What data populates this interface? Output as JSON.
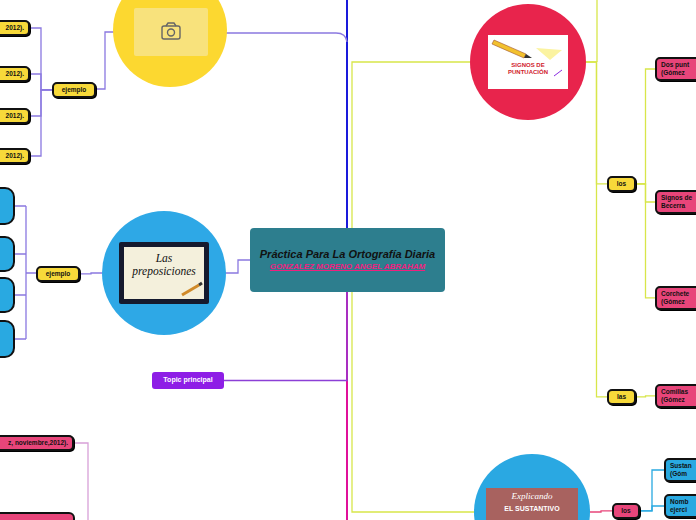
{
  "diagram": {
    "nodes": [
      {
        "text": [
          "Práctica Para La Ortografía Diaria",
          "GONZALEZ MORENO ANGEL ABRAHAM"
        ]
      },
      {
        "text": [
          "ejemplo"
        ]
      },
      {
        "text": [
          "2012)."
        ]
      },
      {
        "text": [
          "2012)."
        ]
      },
      {
        "text": [
          "2012)."
        ]
      },
      {
        "text": [
          "2012)."
        ]
      },
      {
        "text": [
          "Las preposiciones"
        ]
      },
      {
        "text": [
          "ejemplo"
        ]
      },
      {
        "text": [
          "Topic principal"
        ]
      },
      {
        "text": [
          "z, noviembre,2012)."
        ]
      },
      {
        "text": [
          "SIGNOS DE PUNTUACIÓN"
        ]
      },
      {
        "text": [
          "los"
        ]
      },
      {
        "text": [
          "Dos punt (Gómez"
        ]
      },
      {
        "text": [
          "Signos de Becerra"
        ]
      },
      {
        "text": [
          "Corchete (Gómez"
        ]
      },
      {
        "text": [
          "las"
        ]
      },
      {
        "text": [
          "Comillas (Gómez"
        ]
      },
      {
        "text": [
          "Explicando",
          "EL SUSTANTIVO"
        ]
      },
      {
        "text": [
          "los"
        ]
      },
      {
        "text": [
          "Sustan (Góm"
        ]
      },
      {
        "text": [
          "Nomb ejerci"
        ]
      }
    ],
    "edges": [
      {
        "from": 1,
        "to": 2,
        "arrow": "none"
      },
      {
        "from": 1,
        "to": 3,
        "arrow": "none"
      },
      {
        "from": 1,
        "to": 4,
        "arrow": "none"
      },
      {
        "from": 1,
        "to": 5,
        "arrow": "none"
      },
      {
        "from": 0,
        "to": 6,
        "arrow": "none"
      },
      {
        "from": 6,
        "to": 7,
        "arrow": "none"
      },
      {
        "from": 0,
        "to": 8,
        "arrow": "none"
      },
      {
        "from": 0,
        "to": 10,
        "arrow": "none"
      },
      {
        "from": 11,
        "to": 12,
        "arrow": "none"
      },
      {
        "from": 11,
        "to": 13,
        "arrow": "none"
      },
      {
        "from": 11,
        "to": 14,
        "arrow": "none"
      },
      {
        "from": 10,
        "to": 11,
        "arrow": "none"
      },
      {
        "from": 10,
        "to": 15,
        "arrow": "none"
      },
      {
        "from": 15,
        "to": 16,
        "arrow": "none"
      },
      {
        "from": 0,
        "to": 17,
        "arrow": "none"
      },
      {
        "from": 17,
        "to": 18,
        "arrow": "none"
      },
      {
        "from": 18,
        "to": 19,
        "arrow": "none"
      },
      {
        "from": 18,
        "to": 20,
        "arrow": "none"
      }
    ]
  }
}
